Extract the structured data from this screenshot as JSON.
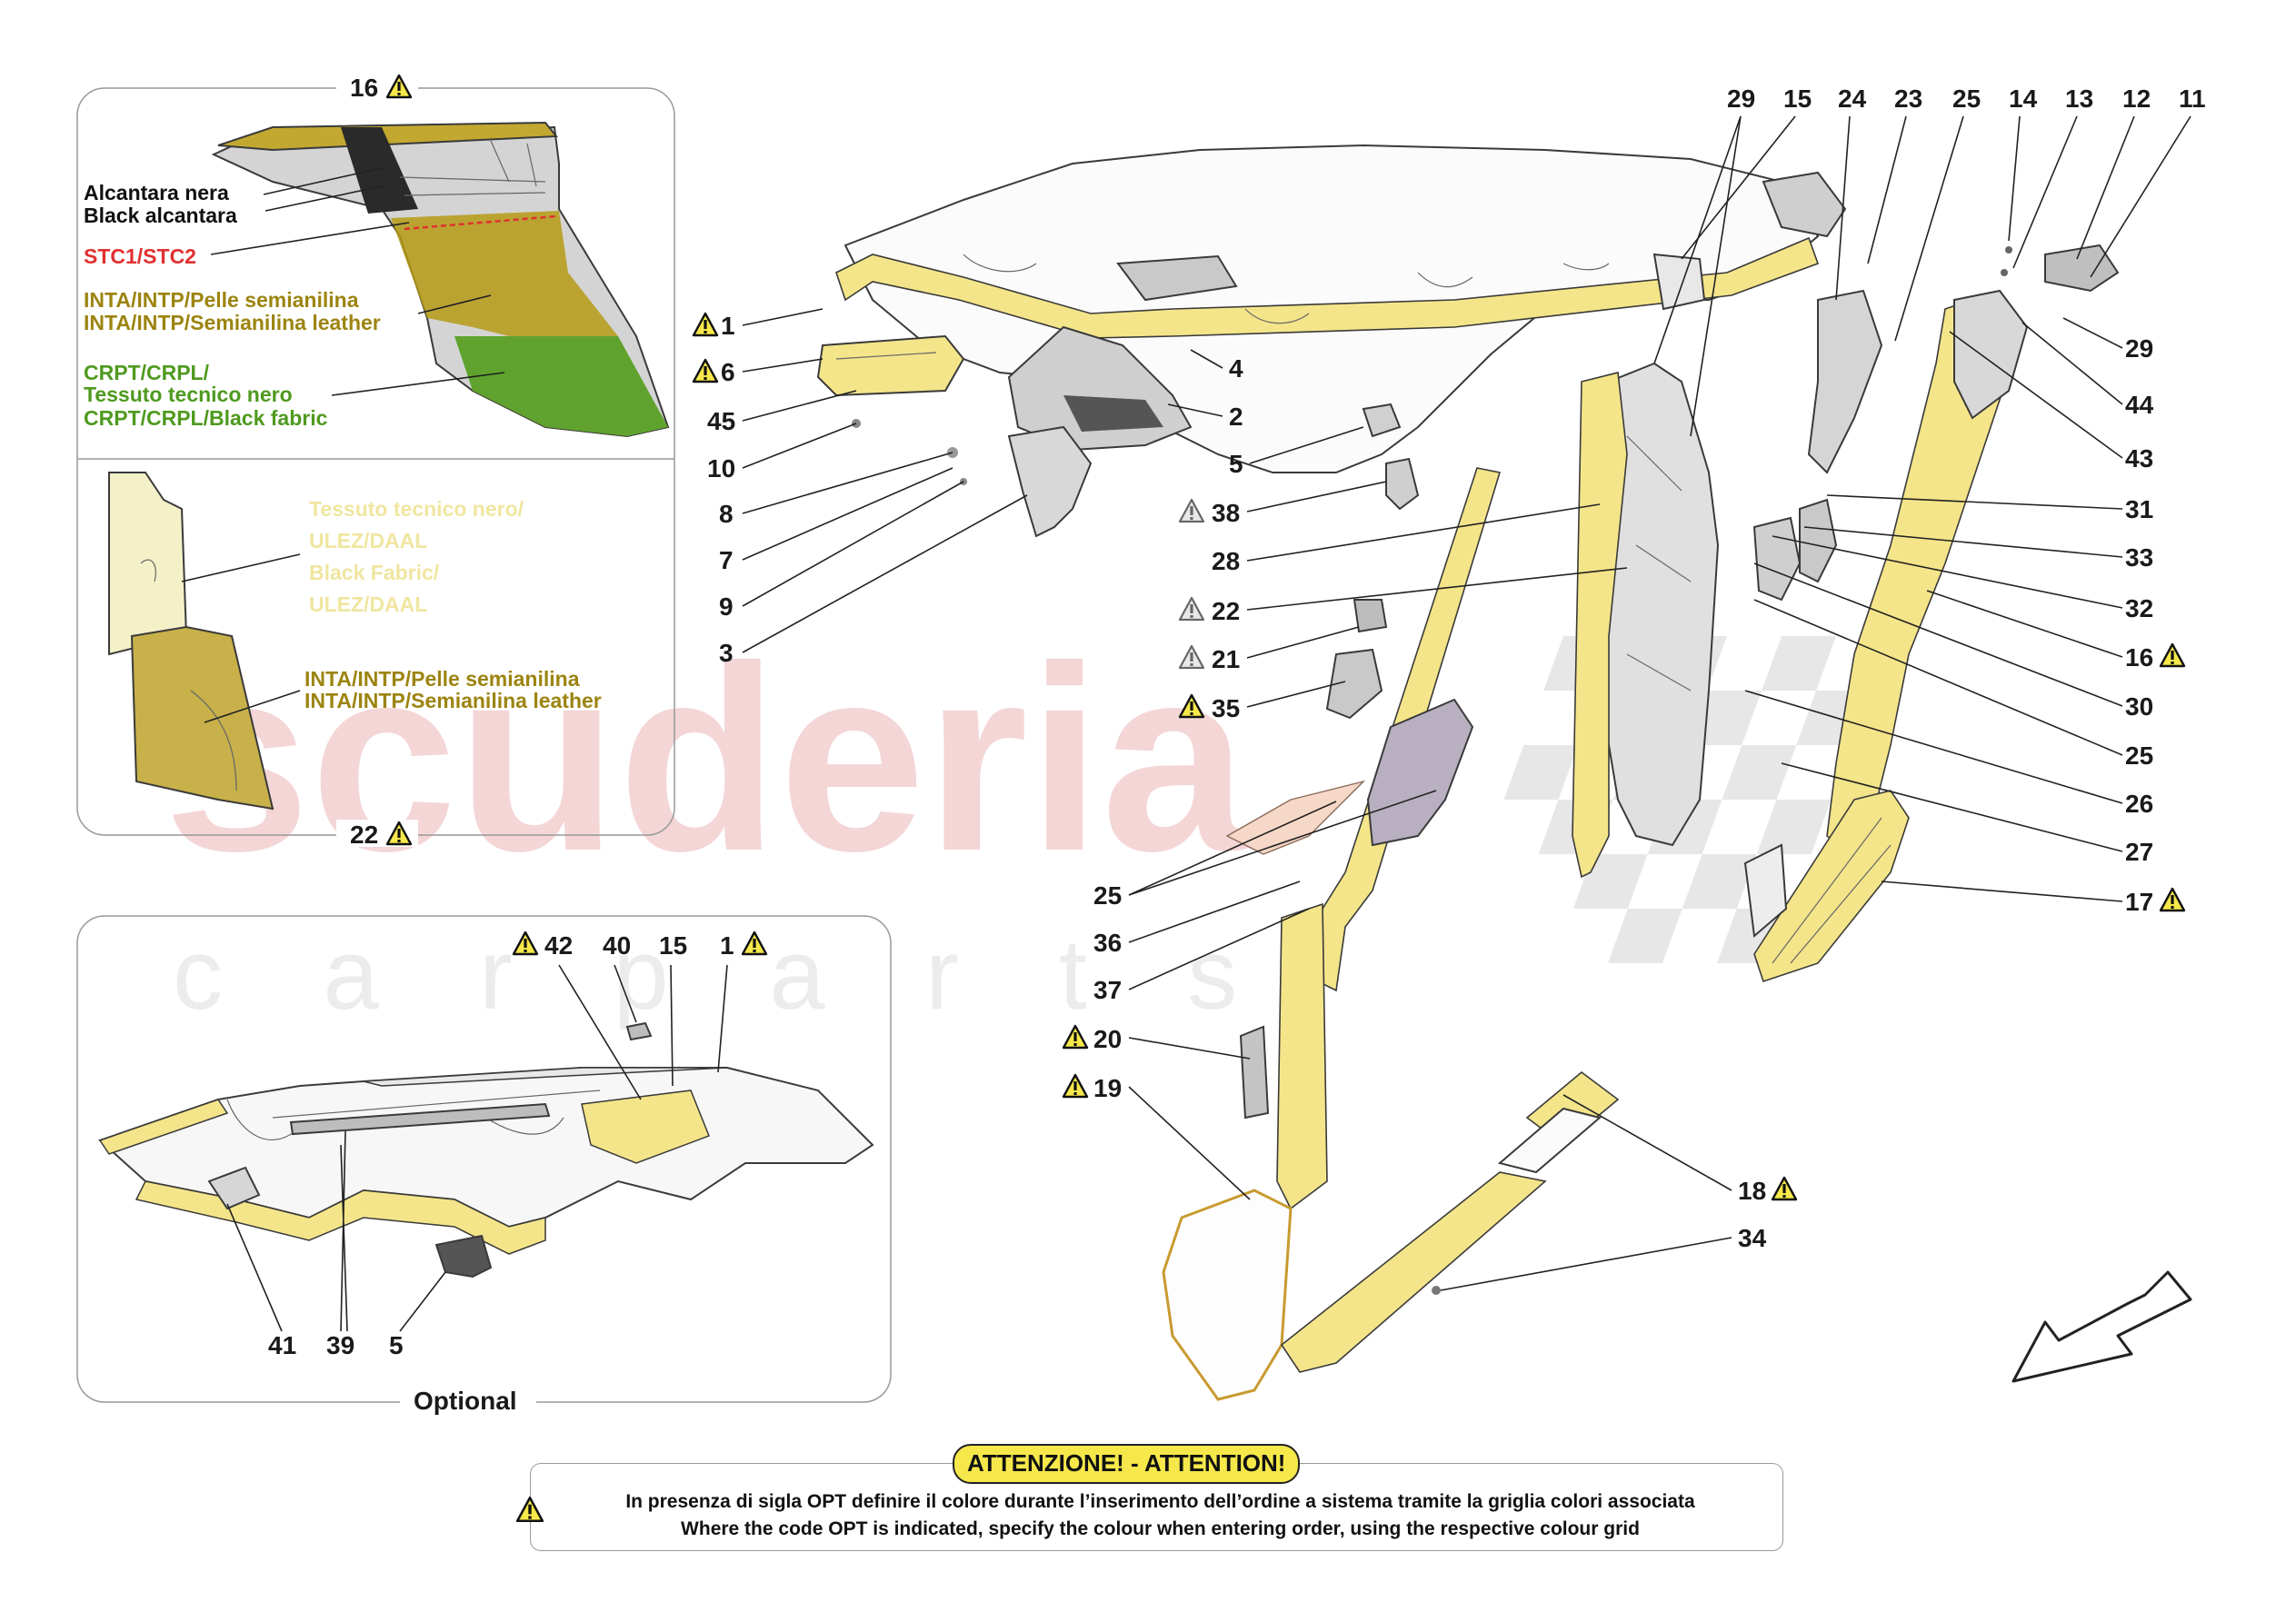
{
  "watermark": {
    "brand": "scuderia",
    "sub": "c a r p a r t s"
  },
  "colors": {
    "accent_yellow": "#f4e58a",
    "warning_yellow": "#f6e84a",
    "alcantara": "#2a2a2a",
    "leather": "#b59a14",
    "fabric": "#5fa32e",
    "stc_red": "#e03030",
    "watermark_red": "#f0c9cb"
  },
  "inset_top": {
    "part_label": "16",
    "bottom_label": "22",
    "alcantara_it": "Alcantara nera",
    "alcantara_en": "Black alcantara",
    "stc": "STC1/STC2",
    "leather_it": "INTA/INTP/Pelle semianilina",
    "leather_en": "INTA/INTP/Semianilina leather",
    "fabric_1": "CRPT/CRPL/",
    "fabric_2": "Tessuto tecnico nero",
    "fabric_3": "CRPT/CRPL/Black fabric",
    "pale_1": "Tessuto tecnico nero/",
    "pale_2": "ULEZ/DAAL",
    "pale_3": "Black Fabric/",
    "pale_4": "ULEZ/DAAL",
    "leather2_it": "INTA/INTP/Pelle semianilina",
    "leather2_en": "INTA/INTP/Semianilina leather"
  },
  "inset_bottom": {
    "caption": "Optional",
    "labels": [
      "42",
      "40",
      "15",
      "1",
      "41",
      "39",
      "5"
    ]
  },
  "callouts_left": [
    "1",
    "6",
    "45",
    "10",
    "8",
    "7",
    "9",
    "3"
  ],
  "callouts_mid": [
    "4",
    "2",
    "5",
    "38",
    "28",
    "22",
    "21",
    "35",
    "25",
    "36",
    "37",
    "20",
    "19"
  ],
  "callouts_top": [
    "29",
    "15",
    "24",
    "23",
    "25",
    "14",
    "13",
    "12",
    "11"
  ],
  "callouts_right": [
    "29",
    "44",
    "43",
    "31",
    "33",
    "32",
    "16",
    "30",
    "25",
    "26",
    "27",
    "17",
    "18",
    "34"
  ],
  "attention": {
    "title": "ATTENZIONE! - ATTENTION!",
    "line_it": "In presenza di sigla OPT definire il colore durante l’inserimento dell’ordine a sistema tramite la griglia colori associata",
    "line_en": "Where the code OPT is indicated, specify the colour when entering order, using the respective colour grid"
  }
}
